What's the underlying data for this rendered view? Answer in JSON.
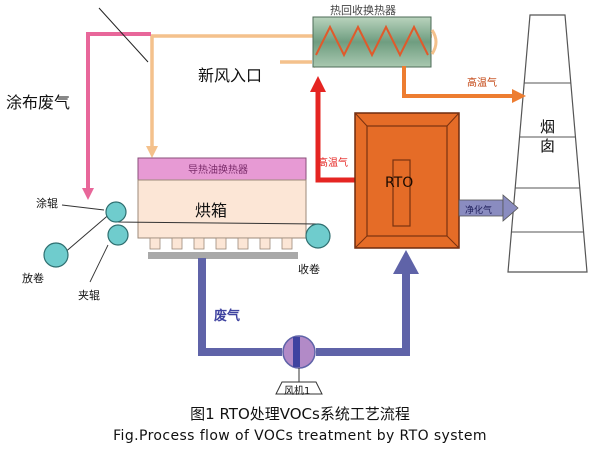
{
  "labels": {
    "top_hx": "热回收换热器",
    "fresh_air": "新风入口",
    "coating_exhaust": "涂布废气",
    "heater": "导热油换热器",
    "oven": "烘箱",
    "rto": "RTO",
    "hot_gas_left": "高温气",
    "hot_gas_right": "高温气",
    "clean_gas": "净化气",
    "chimney": "烟囱",
    "roller": "涂辊",
    "unwind": "放卷",
    "nip": "夹辊",
    "rewind": "收卷",
    "waste_gas": "废气",
    "fan": "风机1"
  },
  "caption": {
    "cn": "图1 RTO处理VOCs系统工艺流程",
    "en": "Fig.Process flow of VOCs treatment by RTO system"
  },
  "colors": {
    "pink_duct": "#e8679a",
    "fresh_air_duct": "#f4c18c",
    "hot_air_red": "#e52522",
    "hot_air_orange": "#ed7d31",
    "waste_duct": "#5f63a8",
    "rto_body": "#e56c27",
    "oven_body": "#fce6d6",
    "heater_band": "#e79ad4",
    "roller": "#6fcccd",
    "hx_green": "#7fa88c"
  }
}
